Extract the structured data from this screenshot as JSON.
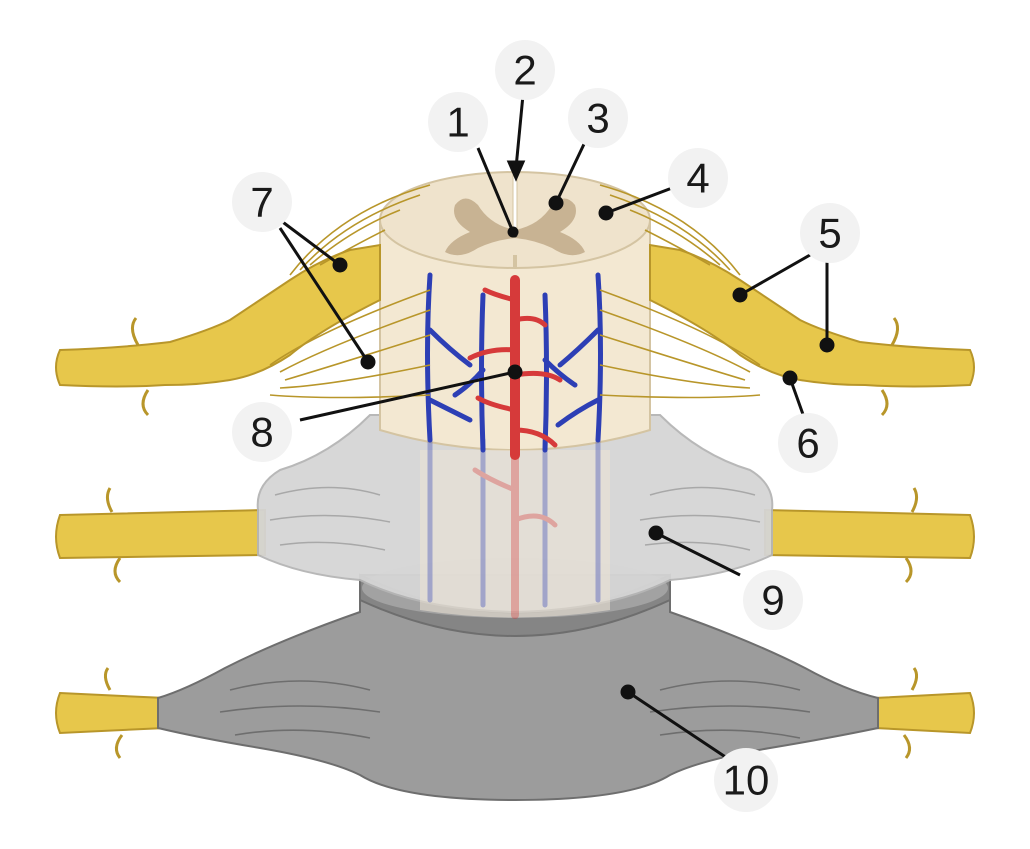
{
  "labels": [
    {
      "id": 1,
      "text": "1"
    },
    {
      "id": 2,
      "text": "2"
    },
    {
      "id": 3,
      "text": "3"
    },
    {
      "id": 4,
      "text": "4"
    },
    {
      "id": 5,
      "text": "5"
    },
    {
      "id": 6,
      "text": "6"
    },
    {
      "id": 7,
      "text": "7"
    },
    {
      "id": 8,
      "text": "8"
    },
    {
      "id": 9,
      "text": "9"
    },
    {
      "id": 10,
      "text": "10"
    }
  ],
  "colors": {
    "nerve": "#e7c74b",
    "nerve_outline": "#b8962a",
    "white_matter": "#efe3cc",
    "white_matter_side": "#f3e8d2",
    "grey_matter": "#c8b393",
    "vein": "#2d3fb5",
    "artery": "#d63a3a",
    "arachnoid": "#cfcfcf",
    "dura": "#9c9c9c",
    "dura_dark": "#858585"
  }
}
